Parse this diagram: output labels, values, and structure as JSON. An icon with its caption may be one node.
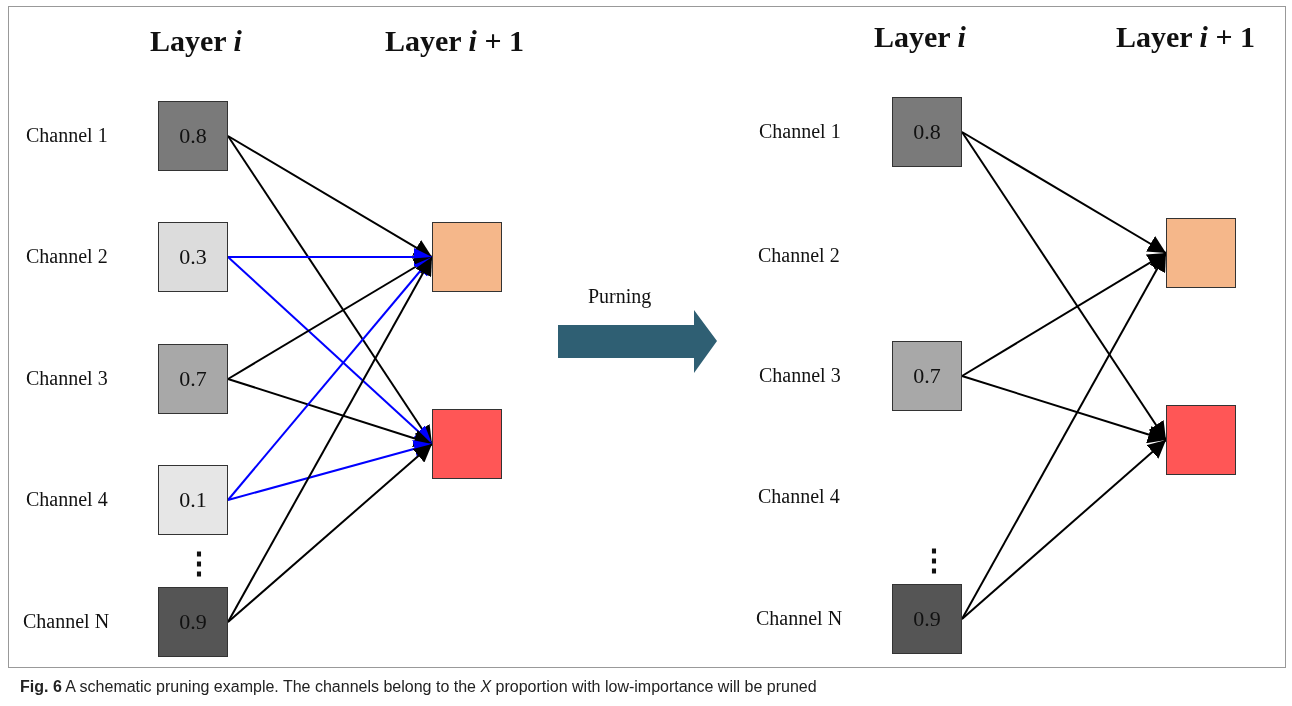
{
  "diagram": {
    "caption": "**Fig. 6** A schematic pruning example. The channels belong to the *X* proportion with low-importance will be pruned",
    "nodes": [
      {
        "text": [
          "0.8"
        ],
        "beside": [
          "Channel 1"
        ]
      },
      {
        "text": [
          "0.3"
        ],
        "beside": [
          "Channel 2"
        ]
      },
      {
        "text": [
          "0.7"
        ],
        "beside": [
          "Channel 3"
        ]
      },
      {
        "text": [
          "0.1"
        ],
        "beside": [
          "Channel 4"
        ]
      },
      {
        "text": [
          "0.9"
        ],
        "beside": [
          "Channel N"
        ]
      },
      {
        "text": [],
        "shape": "box"
      },
      {
        "text": [],
        "shape": "box"
      },
      {
        "text": [
          "0.8"
        ],
        "beside": [
          "Channel 1"
        ]
      },
      {
        "text": [
          "0.7"
        ],
        "beside": [
          "Channel 3"
        ]
      },
      {
        "text": [
          "0.9"
        ],
        "beside": [
          "Channel N"
        ]
      },
      {
        "text": [],
        "shape": "box"
      },
      {
        "text": [],
        "shape": "box"
      }
    ],
    "edges": [
      {
        "from": 0,
        "to": 5,
        "arrow": "to"
      },
      {
        "from": 0,
        "to": 6,
        "arrow": "to"
      },
      {
        "from": 1,
        "to": 5,
        "arrow": "to",
        "color": "#0000ff"
      },
      {
        "from": 1,
        "to": 6,
        "arrow": "to",
        "color": "#0000ff"
      },
      {
        "from": 2,
        "to": 5,
        "arrow": "to"
      },
      {
        "from": 2,
        "to": 6,
        "arrow": "to"
      },
      {
        "from": 3,
        "to": 5,
        "arrow": "to",
        "color": "#0000ff"
      },
      {
        "from": 3,
        "to": 6,
        "arrow": "to",
        "color": "#0000ff"
      },
      {
        "from": 4,
        "to": 5,
        "arrow": "to"
      },
      {
        "from": 4,
        "to": 6,
        "arrow": "to"
      },
      {
        "from": 7,
        "to": 10,
        "arrow": "to"
      },
      {
        "from": 7,
        "to": 11,
        "arrow": "to"
      },
      {
        "from": 8,
        "to": 10,
        "arrow": "to"
      },
      {
        "from": 8,
        "to": 11,
        "arrow": "to"
      },
      {
        "from": 9,
        "to": 10,
        "arrow": "to"
      },
      {
        "from": 9,
        "to": 11,
        "arrow": "to"
      }
    ],
    "labels": [
      "Layer *i*",
      "Layer *i* + 1",
      "Layer *i*",
      "Layer *i* + 1",
      "Purning",
      "Channel 2",
      "Channel 4",
      "⋮",
      "⋮"
    ]
  }
}
